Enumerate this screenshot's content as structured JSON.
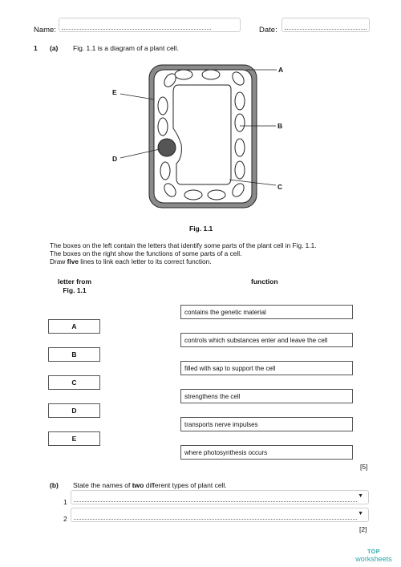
{
  "header": {
    "name_label": "Name:",
    "date_label": "Date:"
  },
  "question": {
    "number": "1",
    "part_a": "(a)",
    "intro": "Fig. 1.1 is a diagram of a plant cell.",
    "figure": {
      "labels": {
        "A": "A",
        "B": "B",
        "C": "C",
        "D": "D",
        "E": "E"
      },
      "caption": "Fig. 1.1"
    },
    "instructions": {
      "line1": "The boxes on the left contain the letters that identify some parts of the plant cell in Fig. 1.1.",
      "line2": "The boxes on the right show the functions of some parts of a cell.",
      "line3_pre": "Draw ",
      "line3_bold": "five",
      "line3_post": " lines to link each letter to its correct function."
    },
    "columns": {
      "left_line1": "letter from",
      "left_line2": "Fig. 1.1",
      "right": "function"
    },
    "letters": [
      "A",
      "B",
      "C",
      "D",
      "E"
    ],
    "functions": [
      "contains the genetic material",
      "controls which substances enter and leave the cell",
      "filled with sap to support the cell",
      "strengthens the cell",
      "transports nerve impulses",
      "where photosynthesis occurs"
    ],
    "marks_a": "[5]",
    "part_b": "(b)",
    "part_b_pre": "State the names of ",
    "part_b_bold": "two",
    "part_b_post": " different types of plant cell.",
    "answer_numbers": [
      "1",
      "2"
    ],
    "marks_b": "[2]"
  },
  "branding": {
    "top": "TOP",
    "bottom": "worksheets"
  },
  "colors": {
    "brand": "#2aa7a7",
    "nucleus": "#555555",
    "wall": "#777777"
  }
}
